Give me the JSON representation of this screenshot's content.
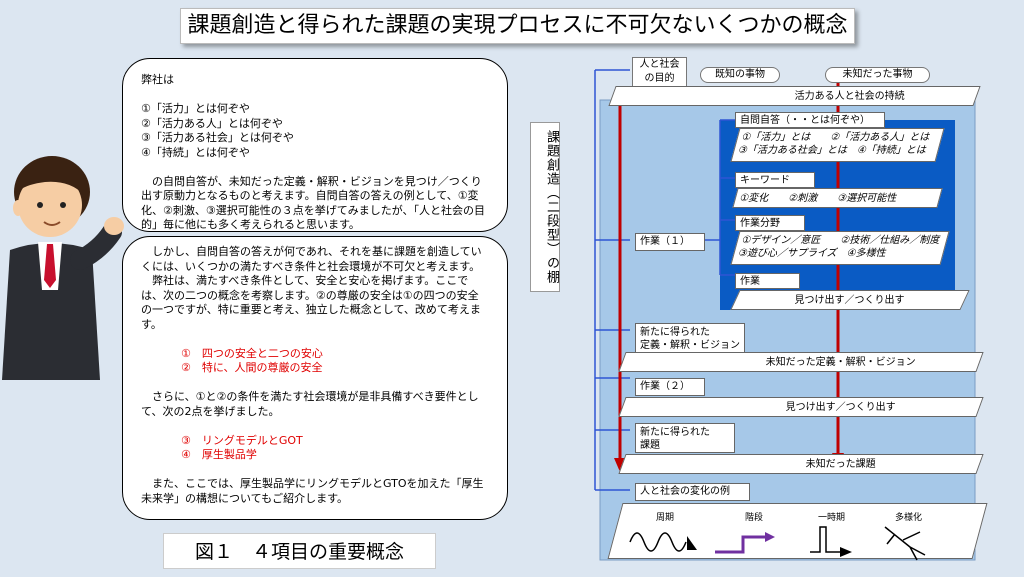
{
  "title": "課題創造と得られた課題の実現プロセスに不可欠ないくつかの概念",
  "bubble1": {
    "lines": [
      "弊社は",
      "",
      "①「活力」とは何ぞや",
      "②「活力ある人」とは何ぞや",
      "③「活力ある社会」とは何ぞや",
      "④「持続」とは何ぞや",
      "",
      "　の自問自答が、未知だった定義・解釈・ビジョンを見つけ／つくり出す原動力となるものと考えます。自問自答の答えの例として、①変化、②刺激、③選択可能性の３点を挙げてみましたが、「人と社会の目的」毎に他にも多く考えられると思います。"
    ]
  },
  "bubble2": {
    "p1": "　しかし、自問自答の答えが何であれ、それを基に課題を創造していくには、いくつかの満たすべき条件と社会環境が不可欠と考えます。",
    "p2": "　弊社は、満たすべき条件として、安全と安心を掲げます。ここでは、次の二つの概念を考察します。②の尊厳の安全は①の四つの安全の一つですが、特に重要と考え、独立した概念として、改めて考えます。",
    "r1": "①　四つの安全と二つの安心",
    "r2": "②　特に、人間の尊厳の安全",
    "p3": "　さらに、①と②の条件を満たす社会環境が是非具備すべき要件として、次の2点を挙げました。",
    "r3": "③　リングモデルとGOT",
    "r4": "④　厚生製品学",
    "p4": "　また、ここでは、厚生製品学にリングモデルとGTOを加えた「厚生未来学」の構想についてもご紹介します。"
  },
  "figure_label": "図１　４項目の重要概念",
  "diagram": {
    "vertical_label": "課題創造（二段型）の棚",
    "purpose_tag": "人と社会\nの目的",
    "known_tag": "既知の事物",
    "unknown_tag": "未知だった事物",
    "shelf1": "活力ある人と社会の持続",
    "jimon_box": "自問自答（・・とは何ぞや）",
    "jimon_items": "①「活力」とは　　②「活力ある人」とは\n③「活力ある社会」とは　④「持続」とは",
    "keyword_box": "キーワード",
    "keyword_items": "①変化　　②刺激　　③選択可能性",
    "field_box": "作業分野",
    "field_items": "①デザイン／意匠　　②技術／仕組み／制度\n③遊び心／サプライズ　④多様性",
    "work_box": "作業",
    "work_shelf": "見つけ出す／つくり出す",
    "work1": "作業（１）",
    "new_def_box": "新たに得られた\n定義・解釈・ビジョン",
    "new_def_shelf": "未知だった定義・解釈・ビジョン",
    "work2": "作業（２）",
    "work2_shelf": "見つけ出す／つくり出す",
    "new_task_box": "新たに得られた\n課題",
    "new_task_shelf": "未知だった課題",
    "change_box": "人と社会の変化の例",
    "change_items": [
      "周期",
      "階段",
      "一時期",
      "多様化"
    ]
  },
  "colors": {
    "blue_panel": "#0a5bc4",
    "arrow_red": "#c00000",
    "arrow_blue": "#2f55d4"
  }
}
